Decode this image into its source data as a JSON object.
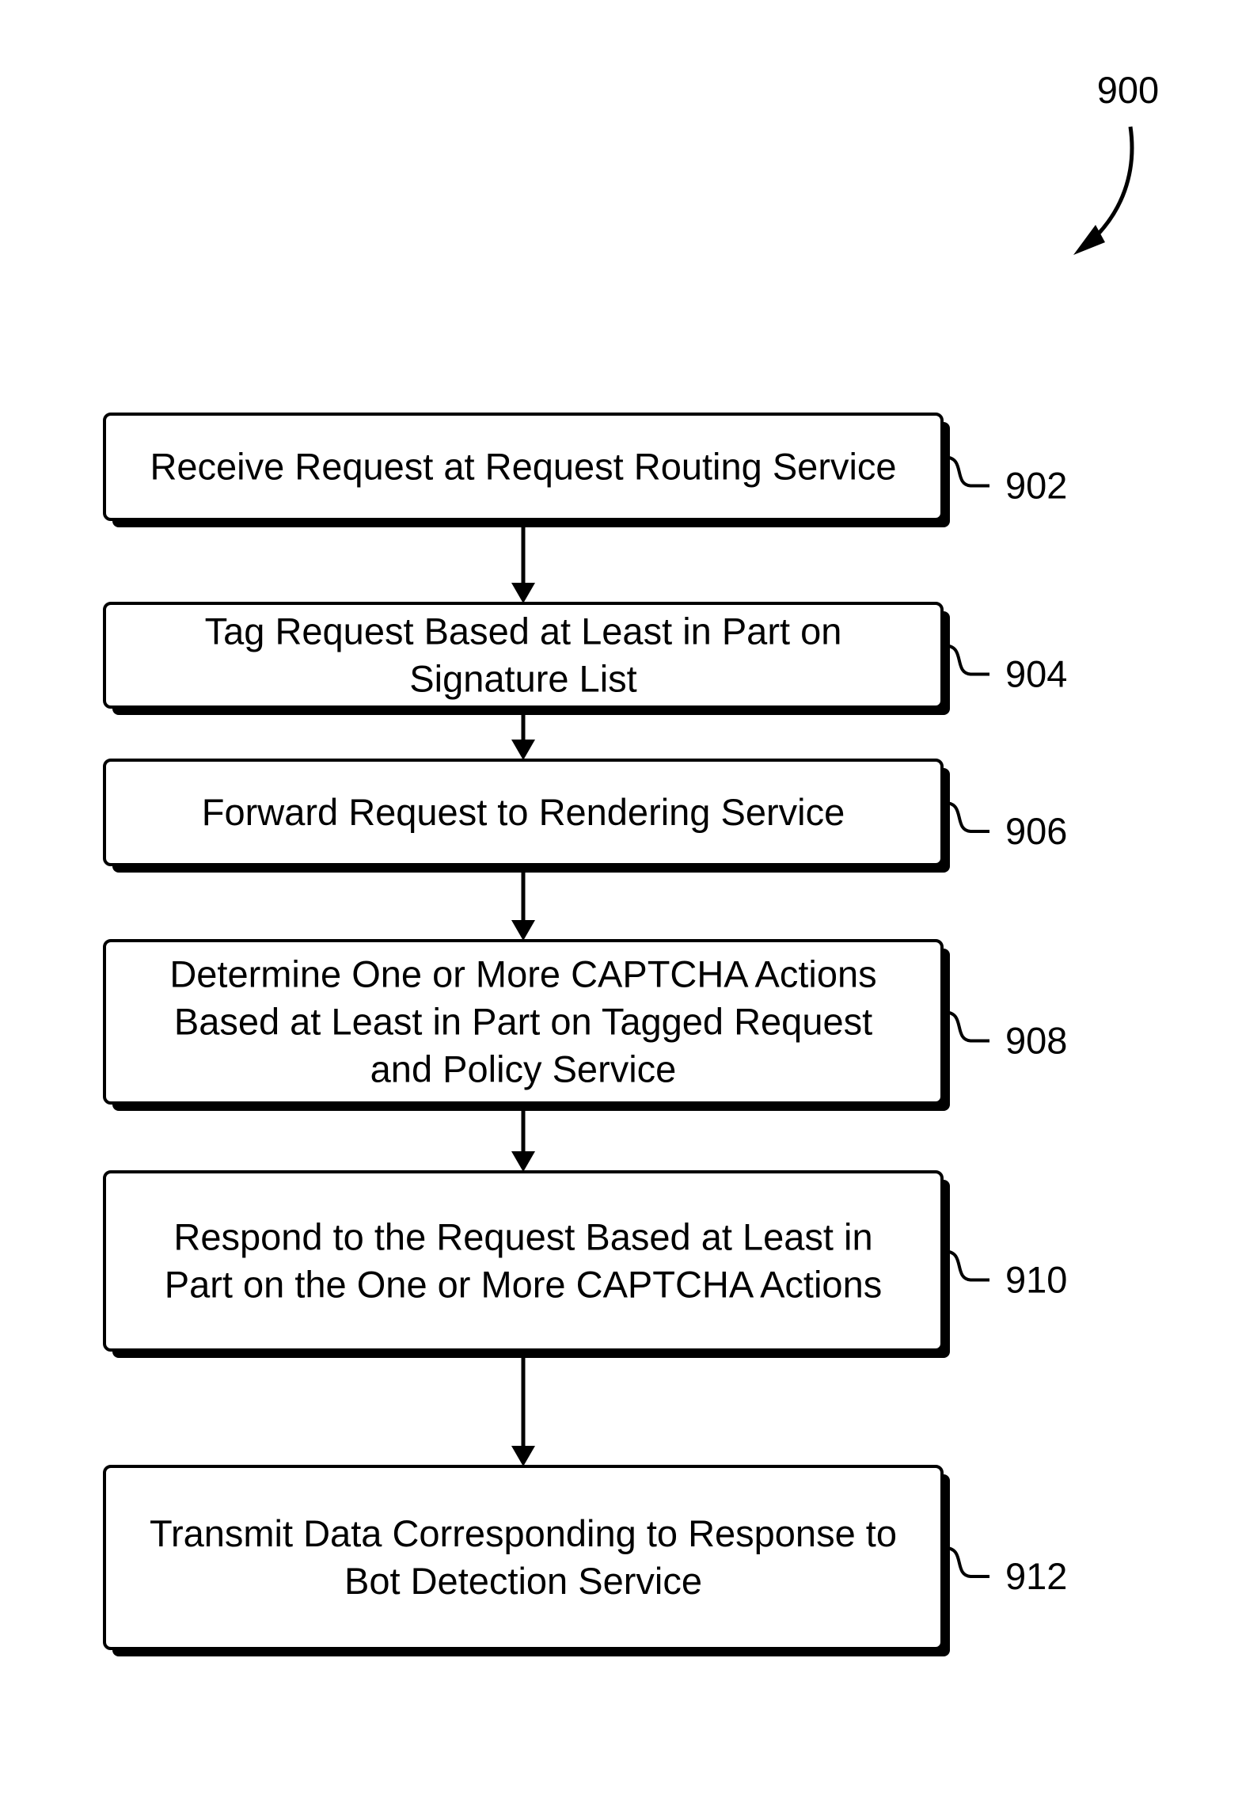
{
  "figure": {
    "reference_number": "900"
  },
  "steps": [
    {
      "id": "902",
      "ref": "902",
      "lines": [
        "Receive Request at Request Routing Service"
      ]
    },
    {
      "id": "904",
      "ref": "904",
      "lines": [
        "Tag Request Based at Least in Part on",
        "Signature List"
      ]
    },
    {
      "id": "906",
      "ref": "906",
      "lines": [
        "Forward Request to Rendering Service"
      ]
    },
    {
      "id": "908",
      "ref": "908",
      "lines": [
        "Determine One or More CAPTCHA Actions",
        "Based at Least in Part on Tagged Request",
        "and Policy Service"
      ]
    },
    {
      "id": "910",
      "ref": "910",
      "lines": [
        "Respond to the Request Based at Least in",
        "Part on the One or More CAPTCHA Actions"
      ]
    },
    {
      "id": "912",
      "ref": "912",
      "lines": [
        "Transmit Data Corresponding to Response to",
        "Bot Detection Service"
      ]
    }
  ],
  "colors": {
    "stroke": "#000000",
    "background": "#ffffff"
  }
}
